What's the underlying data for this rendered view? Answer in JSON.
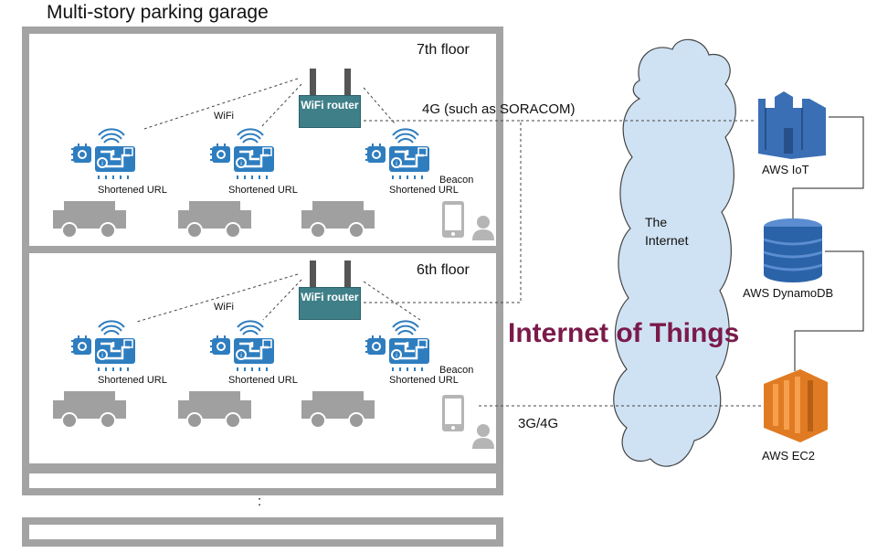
{
  "title": "Multi-story parking garage",
  "floors": [
    {
      "label": "7th floor",
      "router_label": "WiFi router",
      "wifi_label": "WiFi",
      "beacon_label": "Beacon",
      "url_labels": [
        "Shortened URL",
        "Shortened URL",
        "Shortened URL"
      ]
    },
    {
      "label": "6th floor",
      "router_label": "WiFi router",
      "wifi_label": "WiFi",
      "beacon_label": "Beacon",
      "url_labels": [
        "Shortened URL",
        "Shortened URL",
        "Shortened URL"
      ]
    }
  ],
  "ellipsis": ":",
  "links": {
    "cellular_router": "4G (such as SORACOM)",
    "cellular_phone": "3G/4G"
  },
  "cloud_label": "The Internet",
  "headline": "Internet of Things",
  "services": {
    "iot": "AWS IoT",
    "dynamodb": "AWS DynamoDB",
    "ec2": "AWS EC2"
  },
  "colors": {
    "garage_frame": "#a3a3a3",
    "router": "#3f7f88",
    "beacon_blue": "#2e7dbf",
    "car": "#a0a0a0",
    "cloud": "#cfe2f3",
    "iot_text": "#7a1a4a",
    "aws_iot": "#3a6fb5",
    "aws_dynamodb": "#2b63a8",
    "aws_ec2": "#e07b24"
  },
  "icons": [
    "wifi-router-icon",
    "beacon-board-icon",
    "car-icon",
    "smartphone-icon",
    "person-icon",
    "cloud-icon",
    "aws-iot-icon",
    "aws-dynamodb-icon",
    "aws-ec2-icon"
  ]
}
